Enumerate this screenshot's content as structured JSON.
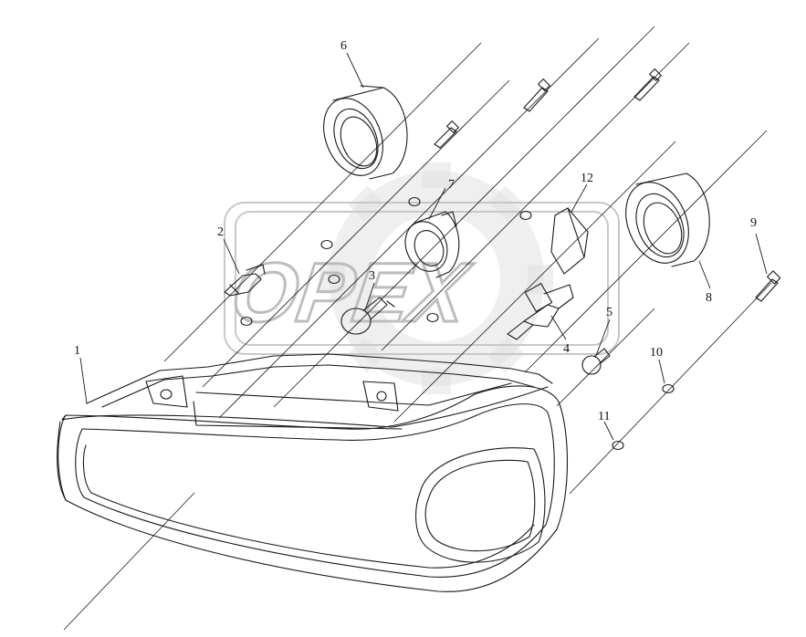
{
  "diagram": {
    "kind": "exploded-parts-view",
    "watermark": {
      "text": "OPEX",
      "color": "#bdbdbd"
    },
    "callouts": [
      "1",
      "2",
      "3",
      "4",
      "5",
      "6",
      "7",
      "8",
      "9",
      "10",
      "11",
      "12"
    ],
    "line_color": "#1a1a1a",
    "background": "#ffffff"
  }
}
